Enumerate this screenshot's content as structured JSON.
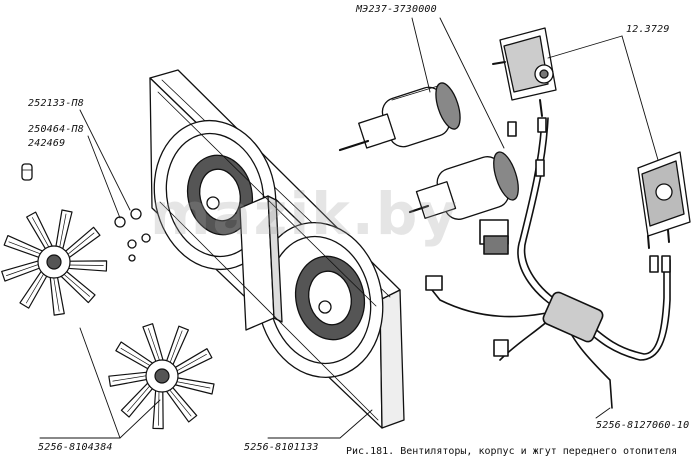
{
  "labels": {
    "motor_part": "МЭ237-3730000",
    "resistor_part": "12.3729",
    "washer_part": "252133-П8",
    "nut_part": "250464-П8",
    "bolt_part": "242469",
    "fan_part": "5256-8104384",
    "housing_part": "5256-8101133",
    "harness_part": "5256-8127060-10"
  },
  "caption": {
    "number": "Рис.181.",
    "text": "Вентиляторы, корпус и жгут переднего отопителя"
  },
  "watermark": "mazik.by",
  "colors": {
    "ink": "#111111",
    "paper": "#ffffff",
    "watermark": "#a0a0a0"
  }
}
